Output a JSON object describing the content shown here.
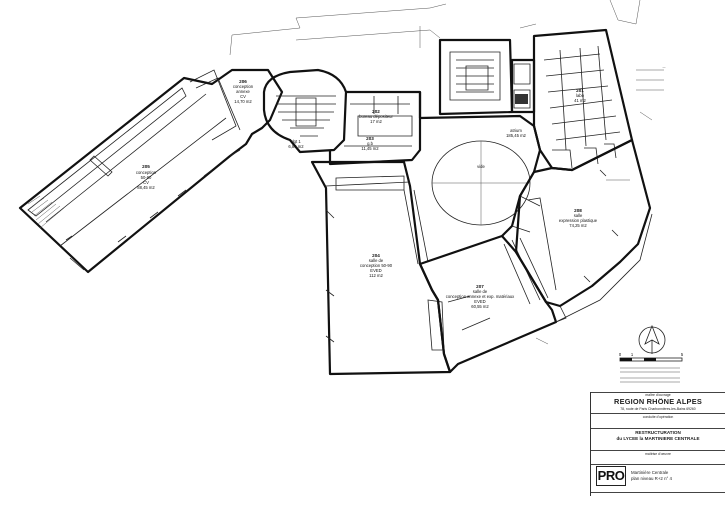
{
  "rooms": {
    "r205": {
      "num": "205",
      "line1": "conception",
      "line2": "50-90",
      "line3": "CV",
      "area": "88,45 m2"
    },
    "r206": {
      "num": "206",
      "line1": "conception",
      "line2": "annexe",
      "line3": "CV",
      "area": "14,70 m2"
    },
    "r202": {
      "num": "202",
      "line1": "bureau dépositeur",
      "area": "17 m2"
    },
    "r203": {
      "num": "203",
      "line1": "g.b",
      "area": "11,45 m2"
    },
    "dgt": {
      "num": "dgt 1",
      "area": "6,85 m2"
    },
    "r204": {
      "num": "204",
      "line1": "salle de",
      "line2": "conception 50-90",
      "line3": "EVED",
      "area": "112 m2"
    },
    "r207": {
      "num": "207",
      "line1": "salle de",
      "line2": "conception annexe et exp. matériaux",
      "line3": "EVED",
      "area": "60,55 m2"
    },
    "r208": {
      "num": "208",
      "line1": "salle",
      "line2": "expression plastique",
      "area": "74,25 m2"
    },
    "r201": {
      "num": "201",
      "line1": "labo",
      "area": "41 m2"
    },
    "atrium": {
      "line1": "atrium",
      "area": "185,45 m2"
    },
    "vide": {
      "label": "vide"
    }
  },
  "scale": {
    "ticks": [
      "0",
      "1",
      "5"
    ]
  },
  "cartouche": {
    "maitre": "maître d'ouvrage",
    "client": "REGION RHÔNE ALPES",
    "client_sub": "78, route de Paris Charbonnières-les-Bains 69260",
    "conduct": "conduite d'opération",
    "project": "RESTRUCTURATION",
    "project_sub": "du LYCEE la MARTINIERE CENTRALE",
    "moe": "maîtrise d'oeuvre",
    "logo": "PRO",
    "site": "Martinière Centrale",
    "sheet": "plan niveau R+2 n° 4"
  }
}
